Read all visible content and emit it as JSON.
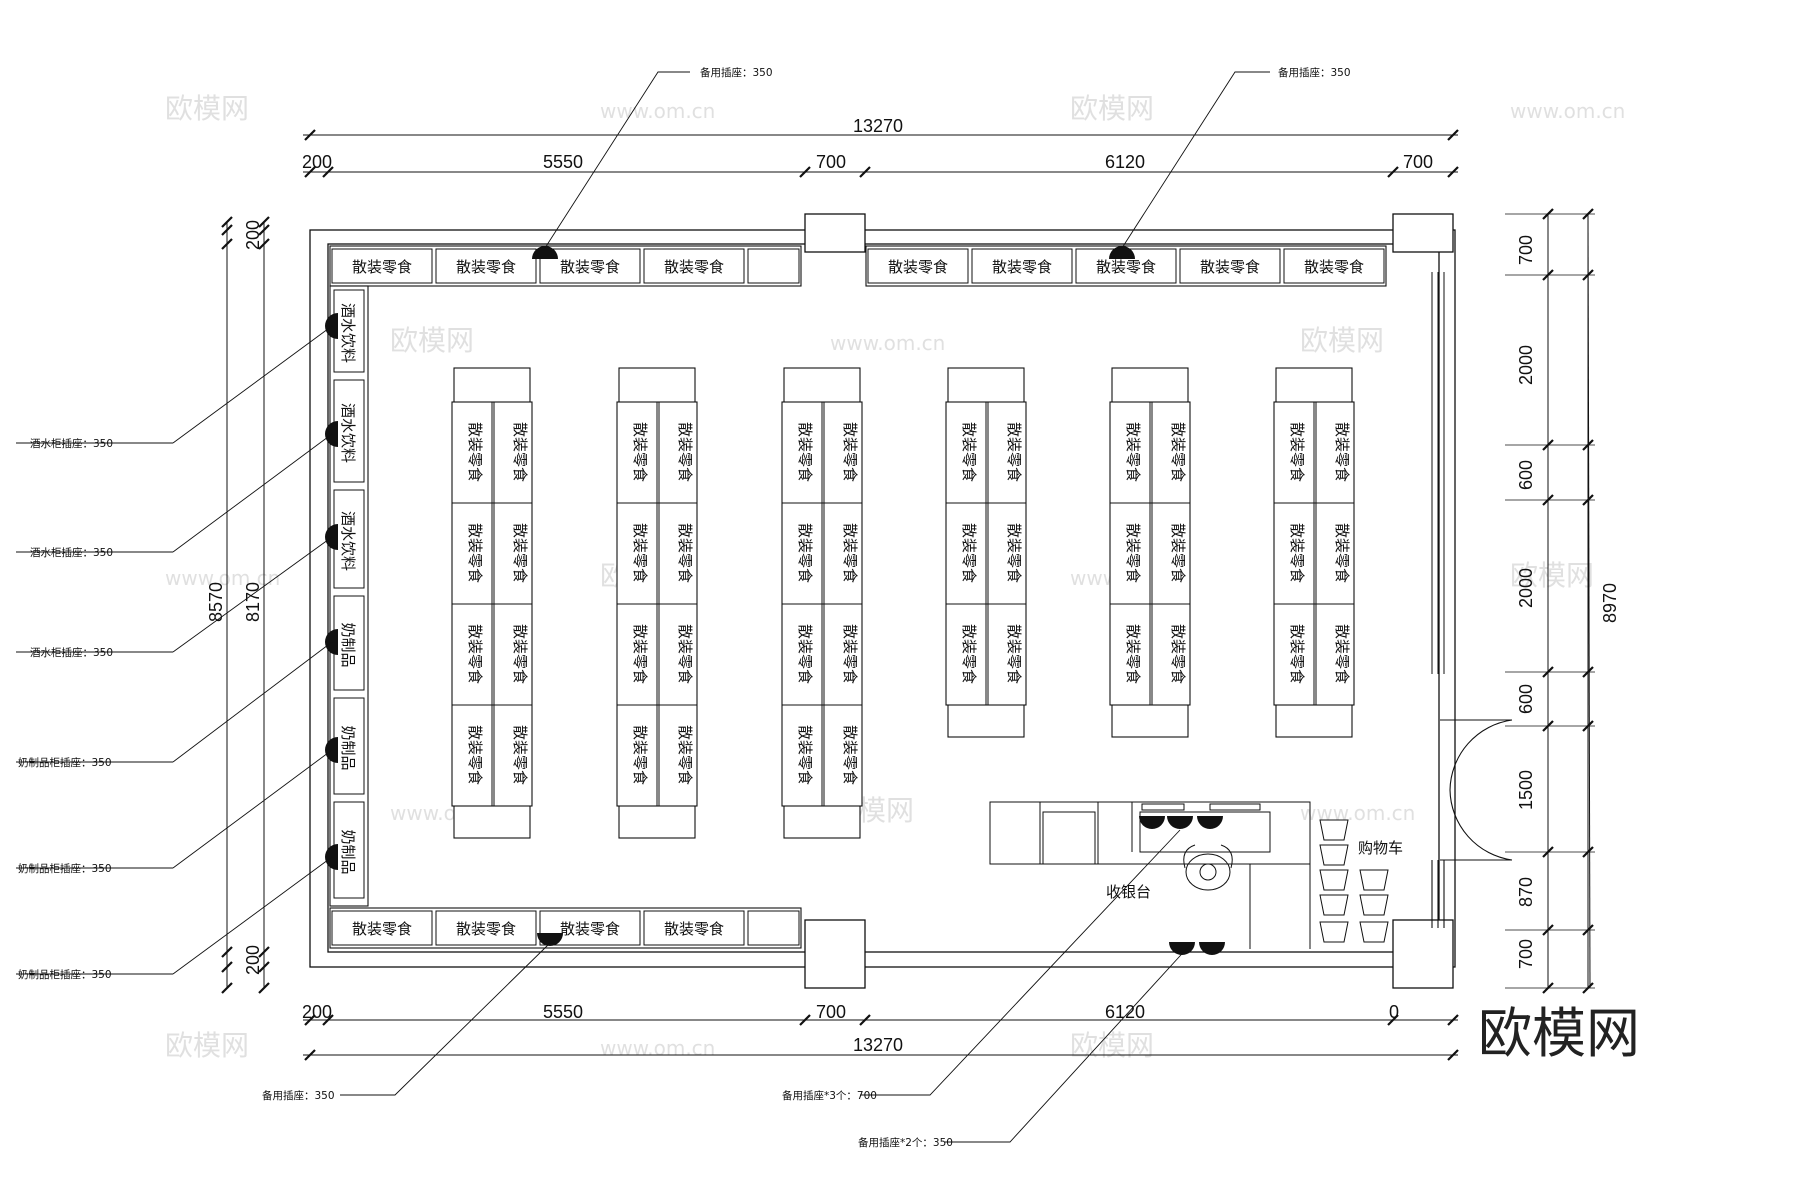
{
  "drawing": {
    "snack_label": "散装零食",
    "wine_label": "酒水饮料",
    "dairy_label": "奶制品",
    "cashier_label": "收银台",
    "cart_label": "购物车",
    "brand": "欧模网",
    "watermark_text": "欧模网",
    "watermark_url": "www.om.cn"
  },
  "dims": {
    "total_top": "13270",
    "total_bottom": "13270",
    "top_segments": [
      "200",
      "5550",
      "700",
      "6120",
      "700"
    ],
    "bottom_segments": [
      "200",
      "5550",
      "700",
      "6120",
      "0"
    ],
    "left_outer": "8570",
    "left_inner": "8170",
    "left_top_200": "200",
    "left_bottom_200": "200",
    "right_total": "8970",
    "right_segments": [
      "700",
      "2000",
      "600",
      "2000",
      "600",
      "1500",
      "870",
      "700"
    ]
  },
  "notes": {
    "top_left": "备用插座：350",
    "top_right": "备用插座：350",
    "bottom_left": "备用插座：350",
    "bottom_mid": "备用插座*3个：700",
    "bottom_right": "备用插座*2个：350",
    "left": [
      "酒水柜插座：350",
      "酒水柜插座：350",
      "酒水柜插座：350",
      "奶制品柜插座：350",
      "奶制品柜插座：350",
      "奶制品柜插座：350"
    ]
  },
  "shelf_columns": [
    {
      "rows": 4
    },
    {
      "rows": 4
    },
    {
      "rows": 4
    },
    {
      "rows": 3
    },
    {
      "rows": 3
    },
    {
      "rows": 3
    }
  ]
}
